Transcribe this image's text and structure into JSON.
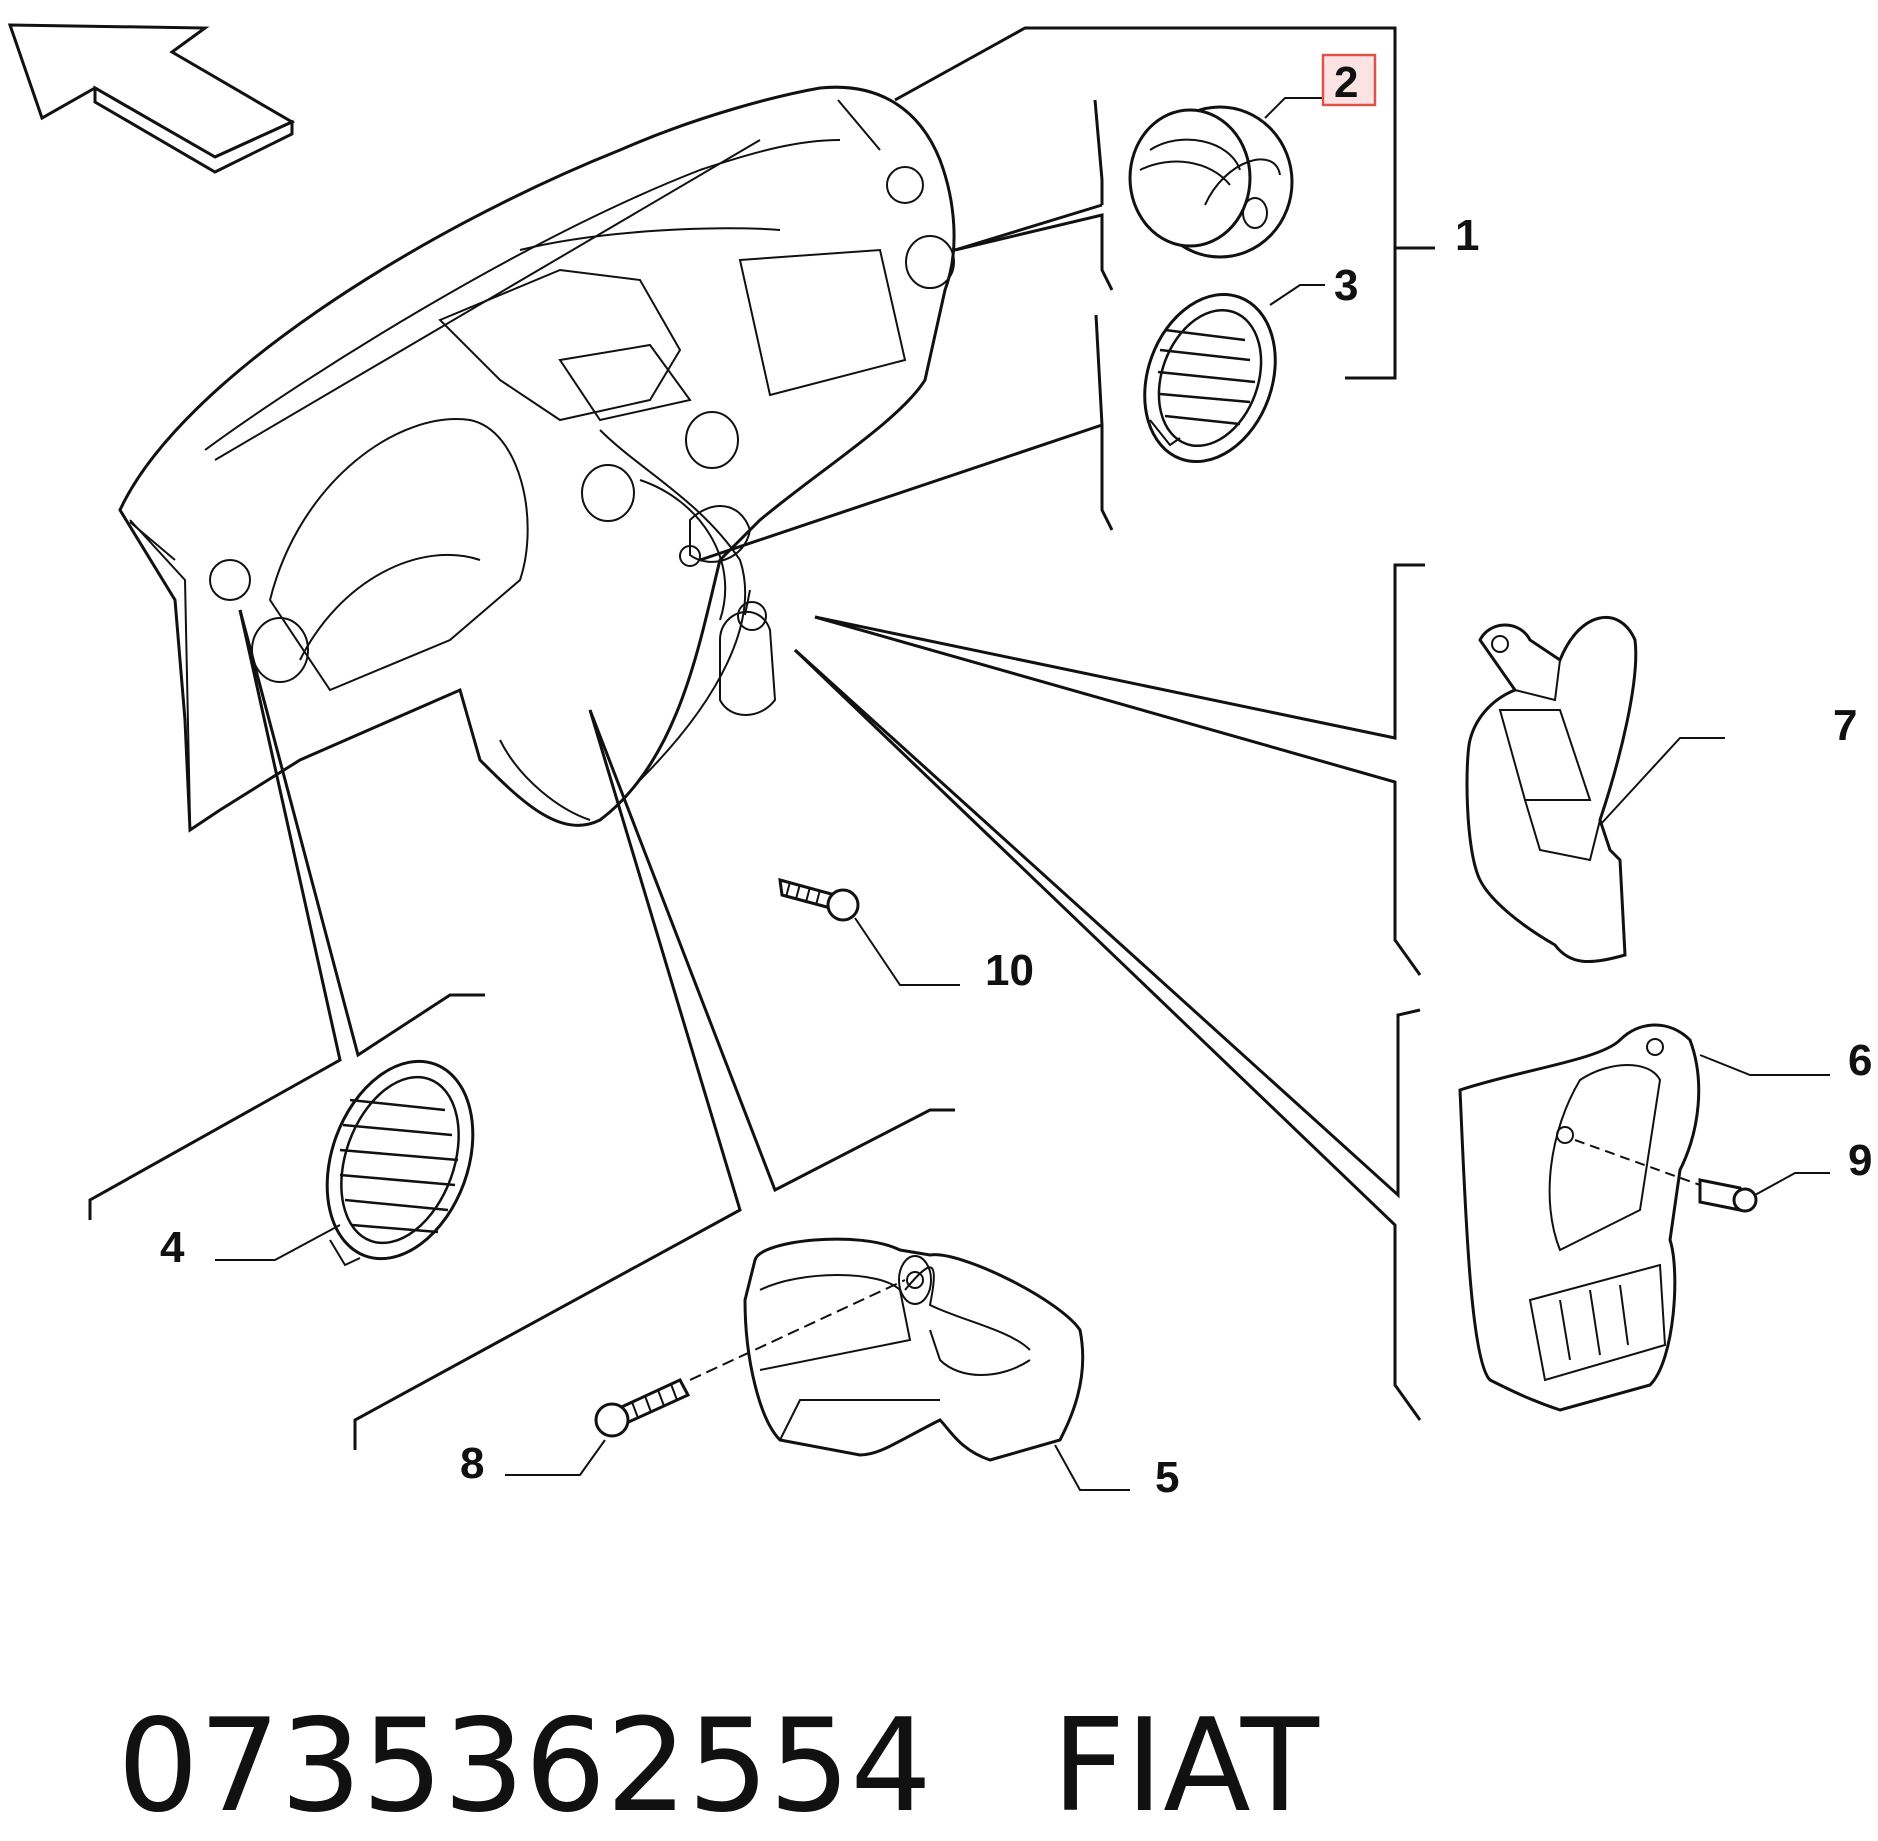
{
  "diagram": {
    "callouts": [
      {
        "id": "c1",
        "label": "1"
      },
      {
        "id": "c2",
        "label": "2",
        "highlighted": true
      },
      {
        "id": "c3",
        "label": "3"
      },
      {
        "id": "c4",
        "label": "4"
      },
      {
        "id": "c5",
        "label": "5"
      },
      {
        "id": "c6",
        "label": "6"
      },
      {
        "id": "c7",
        "label": "7"
      },
      {
        "id": "c8",
        "label": "8"
      },
      {
        "id": "c9",
        "label": "9"
      },
      {
        "id": "c10",
        "label": "10"
      }
    ],
    "highlight_color": "#d9534f",
    "highlight_fill": "#fbe3e3"
  },
  "footer": {
    "part_number": "0735362554",
    "brand": "FIAT"
  }
}
